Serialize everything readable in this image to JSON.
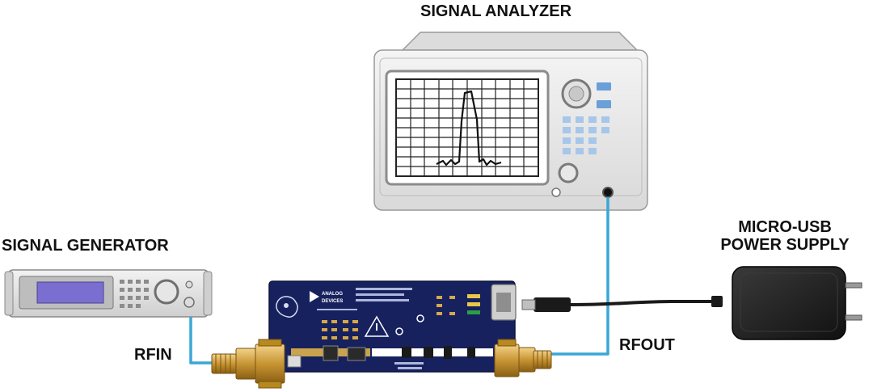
{
  "labels": {
    "signal_analyzer": "SIGNAL ANALYZER",
    "signal_generator": "SIGNAL GENERATOR",
    "usb_line1": "MICRO-USB",
    "usb_line2": "POWER SUPPLY",
    "rfin": "RFIN",
    "rfout": "RFOUT"
  },
  "board": {
    "logo_line1": "ANALOG",
    "logo_line2": "DEVICES"
  },
  "colors": {
    "cable_rf": "#3aa7d6",
    "cable_usb": "#1a1a1a",
    "pcb": "#16215e",
    "connector_gold": "#c89533",
    "instrument_body": "#e9e9e9",
    "generator_display": "#7a6fd0",
    "power_supply": "#1b1b1b"
  },
  "icons": [
    "signal-analyzer-icon",
    "signal-generator-icon",
    "evaluation-board-icon",
    "usb-power-supply-icon"
  ]
}
